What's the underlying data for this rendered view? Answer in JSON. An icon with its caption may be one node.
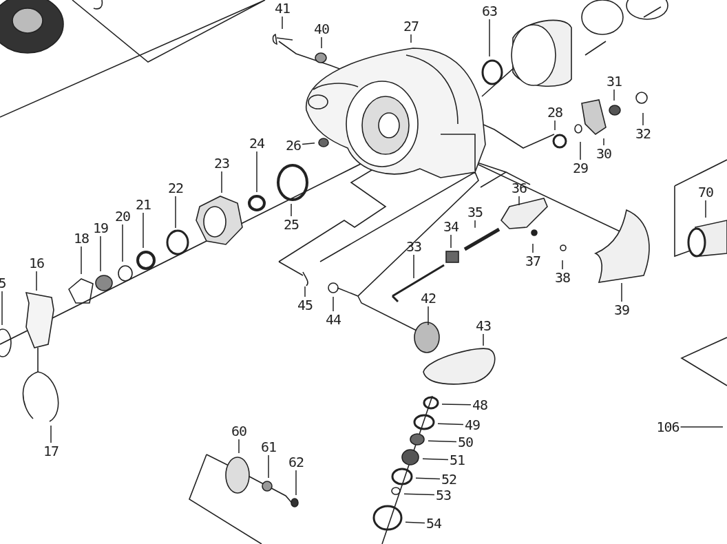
{
  "diagram": {
    "nodes": [
      {
        "text": [
          "41"
        ]
      },
      {
        "text": [
          "63"
        ]
      },
      {
        "text": [
          "27"
        ]
      },
      {
        "text": [
          "40"
        ]
      },
      {
        "text": [
          "31"
        ]
      },
      {
        "text": [
          "28"
        ]
      },
      {
        "text": [
          "26"
        ]
      },
      {
        "text": [
          "24"
        ]
      },
      {
        "text": [
          "32"
        ]
      },
      {
        "text": [
          "23"
        ]
      },
      {
        "text": [
          "30"
        ]
      },
      {
        "text": [
          "29"
        ]
      },
      {
        "text": [
          "36"
        ]
      },
      {
        "text": [
          "22"
        ]
      },
      {
        "text": [
          "70"
        ]
      },
      {
        "text": [
          "21"
        ]
      },
      {
        "text": [
          "20"
        ]
      },
      {
        "text": [
          "35"
        ]
      },
      {
        "text": [
          "19"
        ]
      },
      {
        "text": [
          "18"
        ]
      },
      {
        "text": [
          "25"
        ]
      },
      {
        "text": [
          "34"
        ]
      },
      {
        "text": [
          "33"
        ]
      },
      {
        "text": [
          "16"
        ]
      },
      {
        "text": [
          "5"
        ]
      },
      {
        "text": [
          "37"
        ]
      },
      {
        "text": [
          "38"
        ]
      },
      {
        "text": [
          "42"
        ]
      },
      {
        "text": [
          "39"
        ]
      },
      {
        "text": [
          "45"
        ]
      },
      {
        "text": [
          "44"
        ]
      },
      {
        "text": [
          "43"
        ]
      },
      {
        "text": [
          "48"
        ]
      },
      {
        "text": [
          "49"
        ]
      },
      {
        "text": [
          "50"
        ]
      },
      {
        "text": [
          "51"
        ]
      },
      {
        "text": [
          "52"
        ]
      },
      {
        "text": [
          "53"
        ]
      },
      {
        "text": [
          "106"
        ]
      },
      {
        "text": [
          "60"
        ]
      },
      {
        "text": [
          "61"
        ]
      },
      {
        "text": [
          "62"
        ]
      },
      {
        "text": [
          "17"
        ]
      },
      {
        "text": [
          "54"
        ]
      }
    ],
    "edges": [
      {
        "from": 0,
        "to": null,
        "arrow": "none"
      },
      {
        "from": 1,
        "to": null,
        "arrow": "none"
      },
      {
        "from": 2,
        "to": null,
        "arrow": "none"
      },
      {
        "from": 3,
        "to": null,
        "arrow": "none"
      },
      {
        "from": 4,
        "to": null,
        "arrow": "none"
      },
      {
        "from": 5,
        "to": null,
        "arrow": "none"
      },
      {
        "from": 6,
        "to": null,
        "arrow": "none"
      },
      {
        "from": 7,
        "to": null,
        "arrow": "none"
      },
      {
        "from": 8,
        "to": null,
        "arrow": "none"
      },
      {
        "from": 9,
        "to": null,
        "arrow": "none"
      },
      {
        "from": 10,
        "to": null,
        "arrow": "none"
      },
      {
        "from": 11,
        "to": null,
        "arrow": "none"
      },
      {
        "from": 12,
        "to": null,
        "arrow": "none"
      },
      {
        "from": 13,
        "to": null,
        "arrow": "none"
      },
      {
        "from": 14,
        "to": null,
        "arrow": "none"
      },
      {
        "from": 15,
        "to": null,
        "arrow": "none"
      },
      {
        "from": 16,
        "to": null,
        "arrow": "none"
      },
      {
        "from": 17,
        "to": null,
        "arrow": "none"
      },
      {
        "from": 18,
        "to": null,
        "arrow": "none"
      },
      {
        "from": 19,
        "to": null,
        "arrow": "none"
      },
      {
        "from": 20,
        "to": null,
        "arrow": "none"
      },
      {
        "from": 21,
        "to": null,
        "arrow": "none"
      },
      {
        "from": 22,
        "to": null,
        "arrow": "none"
      },
      {
        "from": 23,
        "to": null,
        "arrow": "none"
      },
      {
        "from": 24,
        "to": null,
        "arrow": "none"
      },
      {
        "from": 25,
        "to": null,
        "arrow": "none"
      },
      {
        "from": 26,
        "to": null,
        "arrow": "none"
      },
      {
        "from": 27,
        "to": null,
        "arrow": "none"
      },
      {
        "from": 28,
        "to": null,
        "arrow": "none"
      },
      {
        "from": 29,
        "to": null,
        "arrow": "none"
      },
      {
        "from": 30,
        "to": null,
        "arrow": "none"
      },
      {
        "from": 31,
        "to": null,
        "arrow": "none"
      },
      {
        "from": 32,
        "to": null,
        "arrow": "none"
      },
      {
        "from": 33,
        "to": null,
        "arrow": "none"
      },
      {
        "from": 34,
        "to": null,
        "arrow": "none"
      },
      {
        "from": 35,
        "to": null,
        "arrow": "none"
      },
      {
        "from": 36,
        "to": null,
        "arrow": "none"
      },
      {
        "from": 37,
        "to": null,
        "arrow": "none"
      },
      {
        "from": 38,
        "to": null,
        "arrow": "none"
      },
      {
        "from": 39,
        "to": null,
        "arrow": "none"
      },
      {
        "from": 40,
        "to": null,
        "arrow": "none"
      },
      {
        "from": 41,
        "to": null,
        "arrow": "none"
      },
      {
        "from": 42,
        "to": null,
        "arrow": "none"
      },
      {
        "from": 43,
        "to": null,
        "arrow": "none"
      }
    ]
  }
}
